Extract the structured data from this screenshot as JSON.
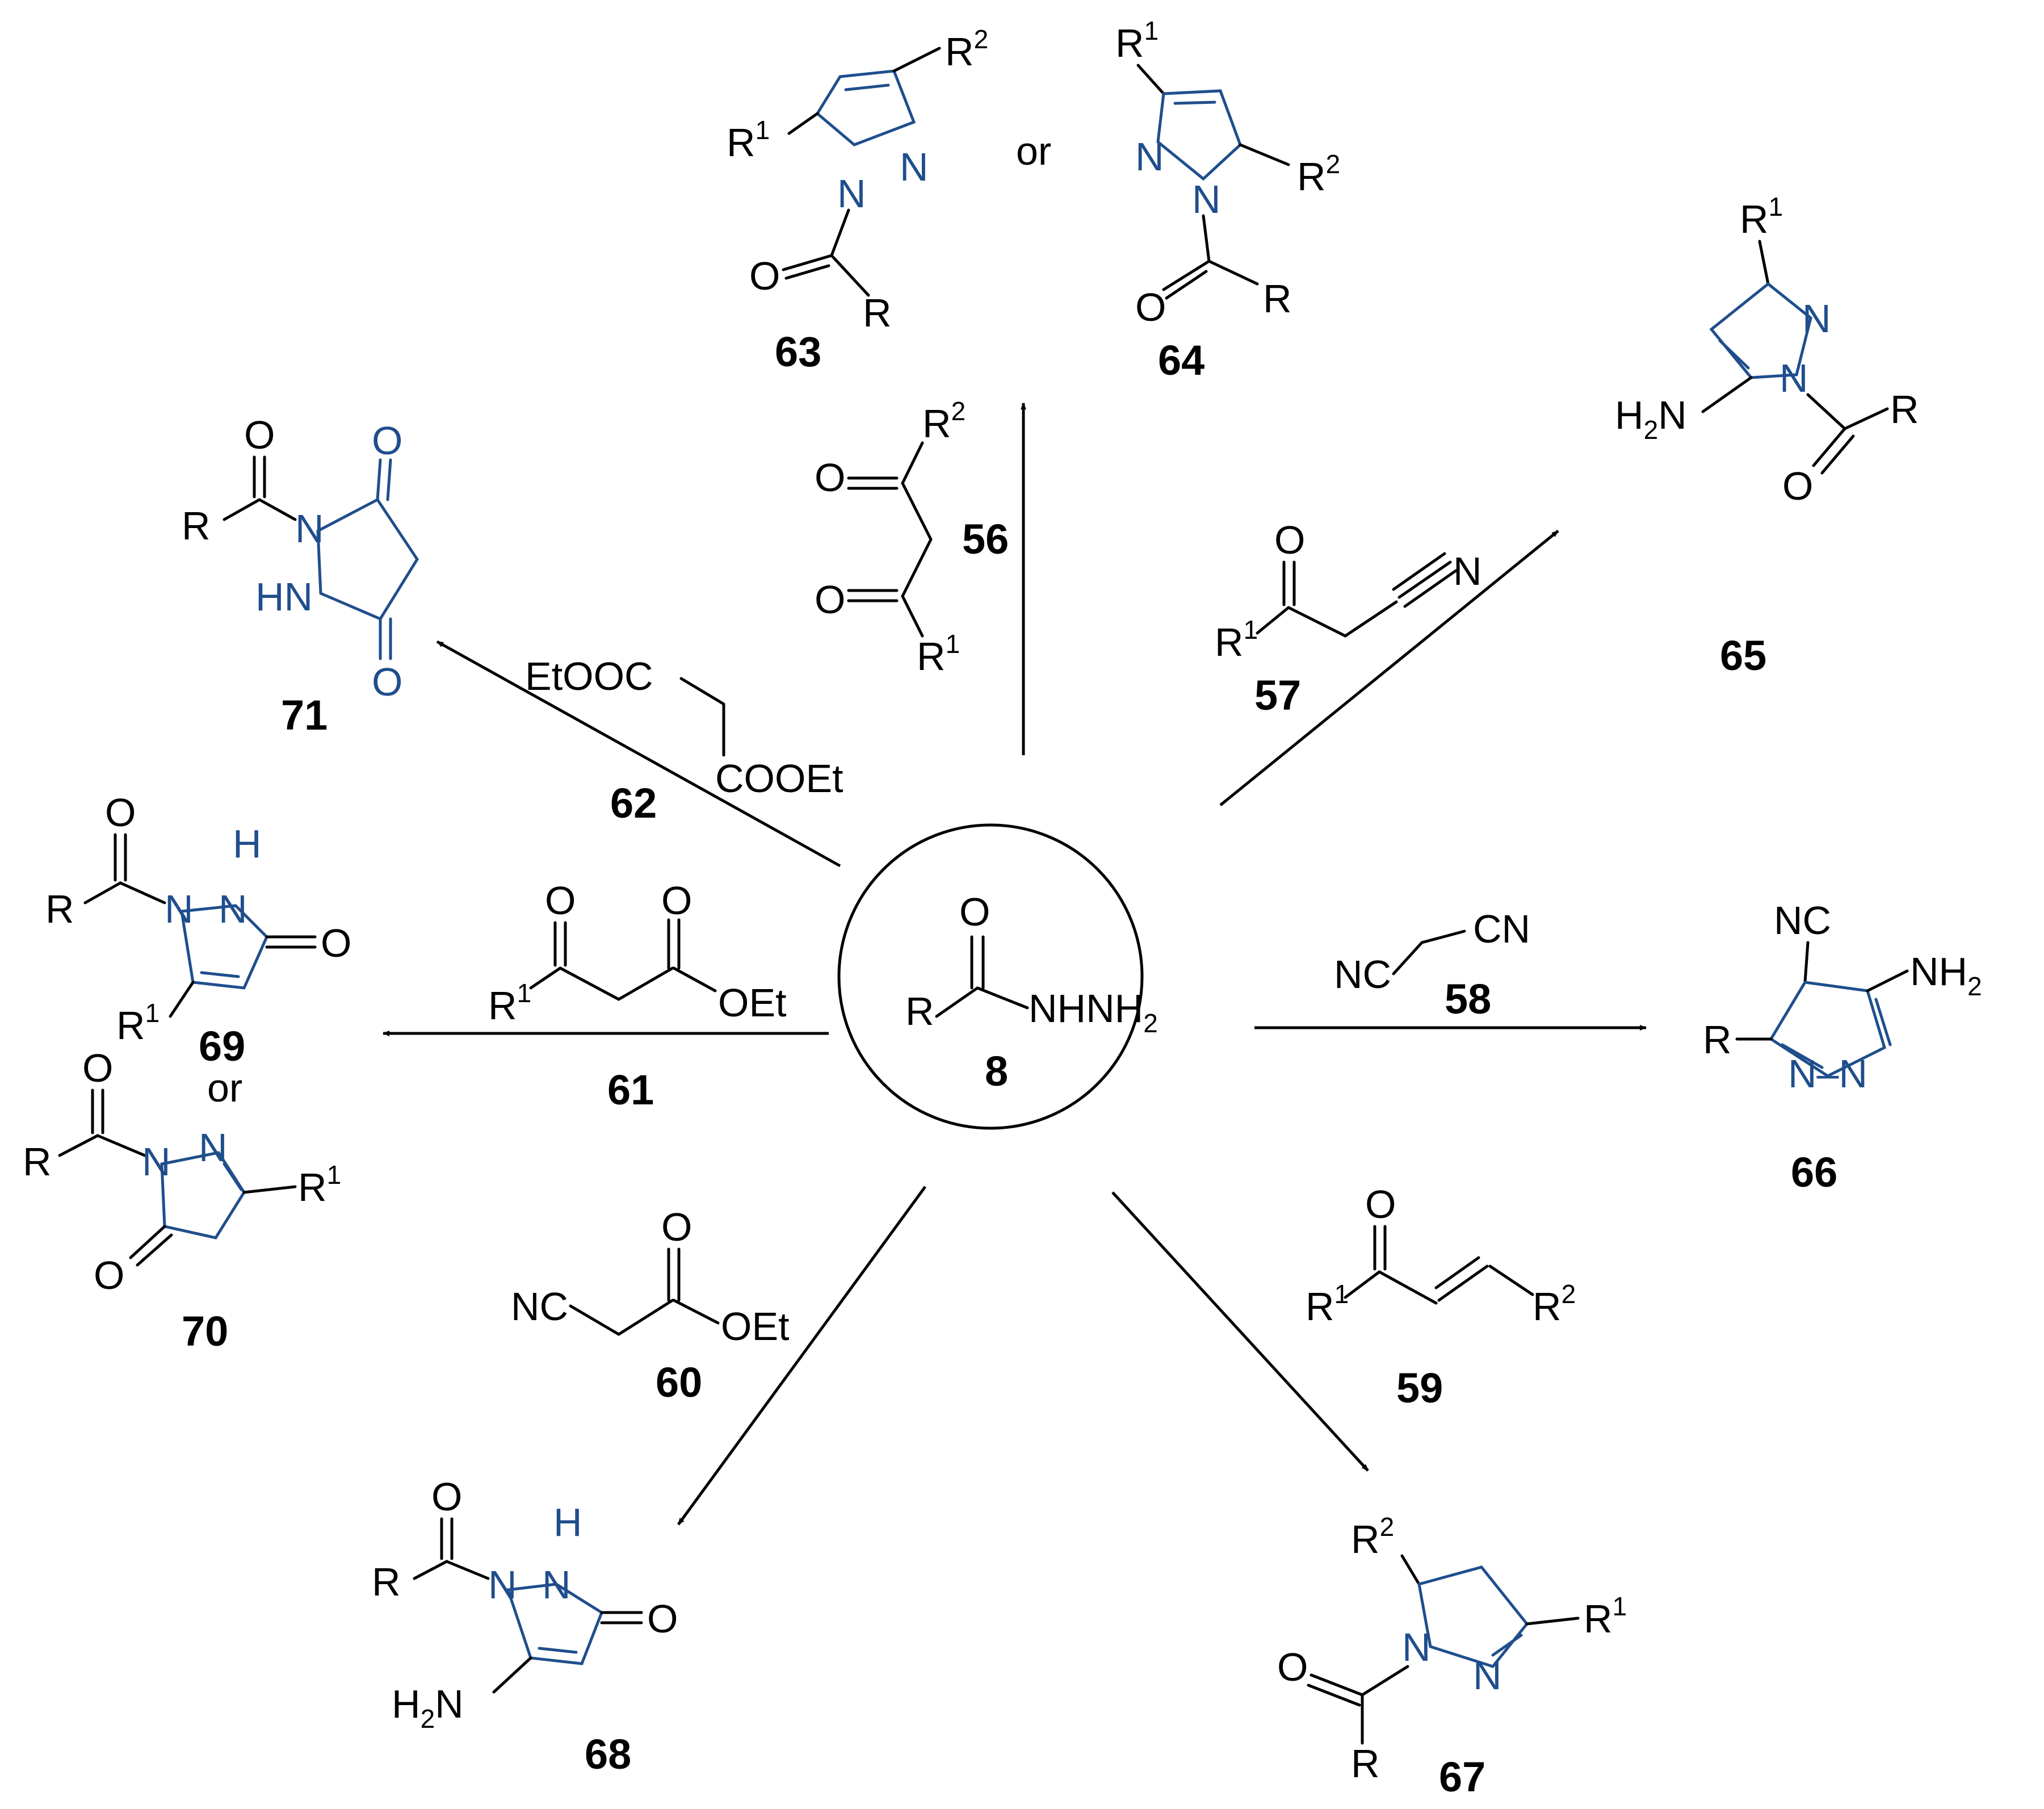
{
  "center": {
    "compound": "8",
    "R": "R",
    "group": "NHNH",
    "sub": "2",
    "O": "O"
  },
  "reagents": {
    "r56": {
      "id": "56",
      "O": "O",
      "R2": "R",
      "s2": "2",
      "R1": "R",
      "s1": "1"
    },
    "r57": {
      "id": "57",
      "O": "O",
      "N": "N",
      "R1": "R",
      "s1": "1"
    },
    "r58": {
      "id": "58",
      "NC": "NC",
      "CN": "CN"
    },
    "r59": {
      "id": "59",
      "O": "O",
      "R1": "R",
      "s1": "1",
      "R2": "R",
      "s2": "2"
    },
    "r60": {
      "id": "60",
      "NC": "NC",
      "O": "O",
      "OEt": "OEt"
    },
    "r61": {
      "id": "61",
      "O": "O",
      "R1": "R",
      "s1": "1",
      "OEt": "OEt"
    },
    "r62": {
      "id": "62",
      "top": "EtOOC",
      "bottom": "COOEt"
    }
  },
  "products": {
    "p63": {
      "id": "63",
      "R1": "R",
      "s1": "1",
      "R2": "R",
      "s2": "2",
      "N": "N",
      "O": "O",
      "R": "R",
      "dash": "-"
    },
    "or_top": "or",
    "p64": {
      "id": "64",
      "R1": "R",
      "s1": "1",
      "R2": "R",
      "s2": "2",
      "N": "N",
      "O": "O",
      "R": "R"
    },
    "p65": {
      "id": "65",
      "R1": "R",
      "s1": "1",
      "N": "N",
      "H2N": "H",
      "s": "2",
      "Nsuffix": "N",
      "O": "O",
      "R": "R"
    },
    "p66": {
      "id": "66",
      "NC": "NC",
      "NH2": "NH",
      "s": "2",
      "R": "R",
      "NN": "N–N"
    },
    "p67": {
      "id": "67",
      "R2": "R",
      "s2": "2",
      "R1": "R",
      "s1": "1",
      "N": "N",
      "O": "O",
      "R": "R"
    },
    "p68": {
      "id": "68",
      "O": "O",
      "R": "R",
      "N": "N",
      "H": "H",
      "H2N": "H",
      "s": "2",
      "Nsuffix": "N"
    },
    "p69": {
      "id": "69",
      "O": "O",
      "R": "R",
      "N": "N",
      "H": "H",
      "R1": "R",
      "s1": "1"
    },
    "or_left": "or",
    "p70": {
      "id": "70",
      "O": "O",
      "R": "R",
      "N": "N",
      "R1": "R",
      "s1": "1"
    },
    "p71": {
      "id": "71",
      "O": "O",
      "R": "R",
      "N": "N",
      "HN": "HN"
    }
  },
  "colors": {
    "ring": "#1f4e8c",
    "text": "#000000"
  }
}
